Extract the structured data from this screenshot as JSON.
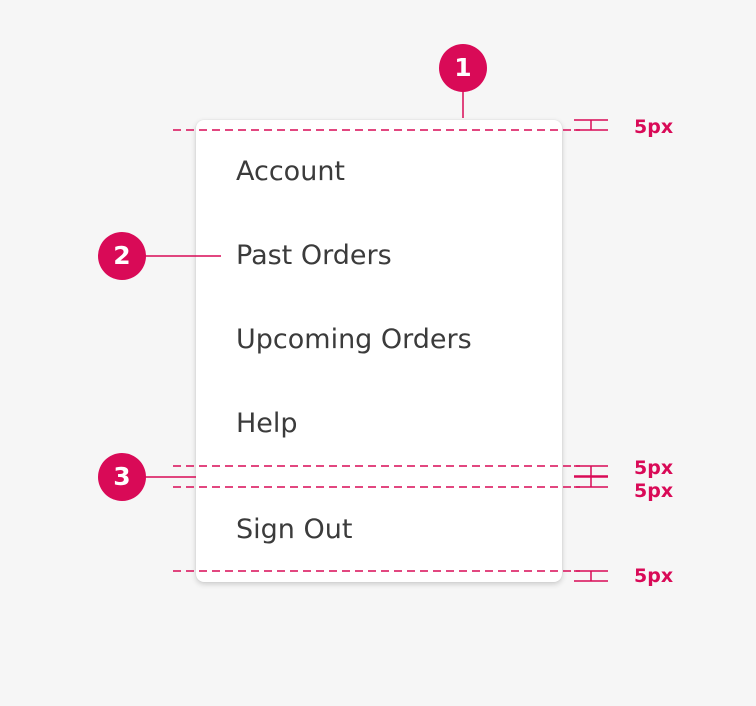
{
  "menu": {
    "items": [
      {
        "label": "Account"
      },
      {
        "label": "Past Orders"
      },
      {
        "label": "Upcoming Orders"
      },
      {
        "label": "Help"
      },
      {
        "label": "Sign Out"
      }
    ]
  },
  "annotations": {
    "badges": [
      "1",
      "2",
      "3"
    ],
    "spacing_labels": [
      "5px",
      "5px",
      "5px",
      "5px"
    ]
  },
  "colors": {
    "accent": "#d90a57",
    "text": "#3b3b3b",
    "background": "#f6f6f6",
    "menu_background": "#ffffff"
  }
}
